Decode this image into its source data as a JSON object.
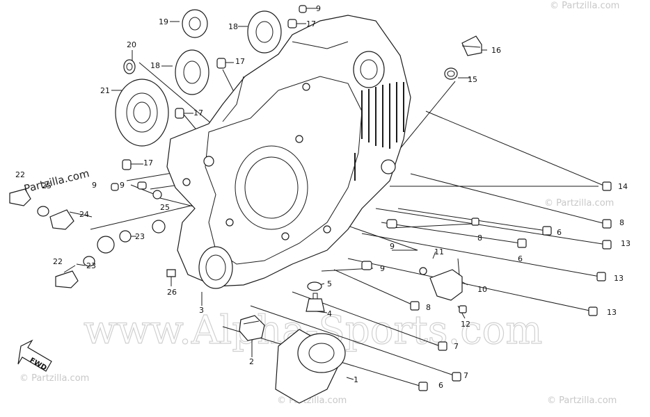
{
  "watermark": {
    "main": "www.Alpha-Sports.com",
    "partzilla": "© Partzilla.com",
    "partzilla_side": "Partzilla.com"
  },
  "direction_label": "FWD",
  "callouts": [
    "1",
    "2",
    "3",
    "4",
    "5",
    "6",
    "7",
    "8",
    "9",
    "10",
    "11",
    "12",
    "13",
    "14",
    "15",
    "16",
    "17",
    "18",
    "19",
    "20",
    "21",
    "22",
    "23",
    "24",
    "25",
    "26"
  ]
}
